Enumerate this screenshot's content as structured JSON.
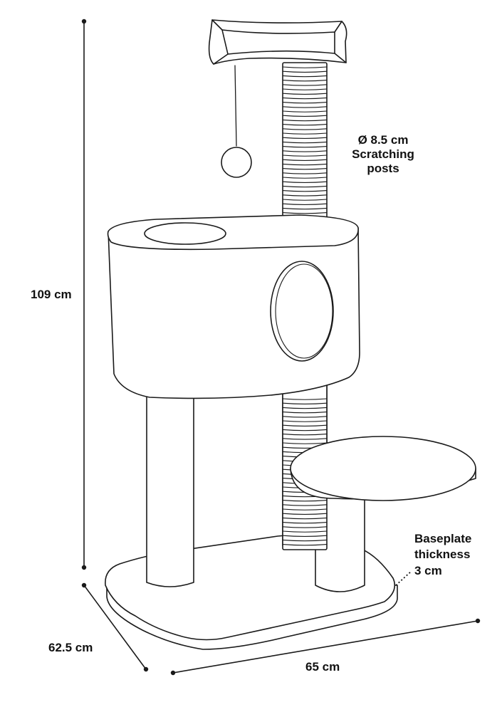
{
  "colors": {
    "line": "#1a1a1a",
    "fill": "#ffffff",
    "text": "#111111"
  },
  "dimensions": {
    "height": "109 cm",
    "depth": "62.5 cm",
    "width": "65 cm"
  },
  "callouts": {
    "post_diameter": "Ø 8.5 cm",
    "post_label_1": "Scratching",
    "post_label_2": "posts",
    "base_label_1": "Baseplate",
    "base_label_2": "thickness",
    "base_label_3": "3 cm"
  }
}
